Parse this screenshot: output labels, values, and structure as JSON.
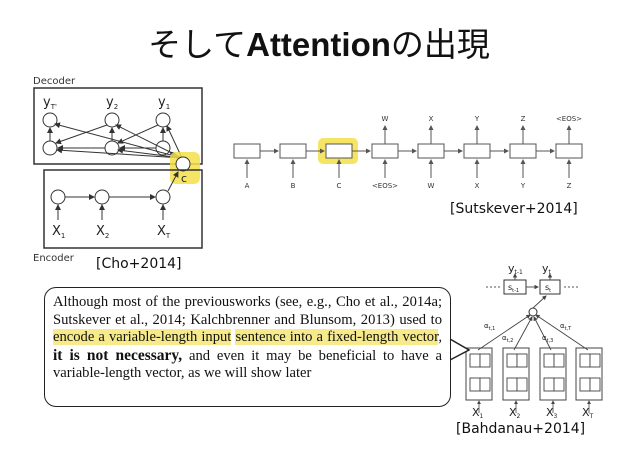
{
  "title": {
    "prefix": "そして",
    "bold": "Attention",
    "suffix": "の出現"
  },
  "cho": {
    "caption": "[Cho+2014]",
    "decoder_label": "Decoder",
    "encoder_label": "Encoder",
    "y_labels": [
      "y",
      "y",
      "y"
    ],
    "y_subs": [
      "T'",
      "2",
      "1"
    ],
    "x_labels": [
      "X",
      "X",
      "X"
    ],
    "x_subs": [
      "1",
      "2",
      "T"
    ],
    "c_label": "c"
  },
  "sutskever": {
    "caption": "[Sutskever+2014]",
    "top_labels": [
      "W",
      "X",
      "Y",
      "Z",
      "<EOS>"
    ],
    "bottom_labels": [
      "A",
      "B",
      "C",
      "<EOS>",
      "W",
      "X",
      "Y",
      "Z"
    ]
  },
  "bahdanau": {
    "caption": "[Bahdanau+2014]",
    "y_prev": "y",
    "y_prev_sub": "t-1",
    "y_cur": "y",
    "y_cur_sub": "t",
    "s_prev": "s",
    "s_prev_sub": "t-1",
    "s_cur": "s",
    "s_cur_sub": "t",
    "x_labels": [
      "X",
      "X",
      "X",
      "X"
    ],
    "x_subs": [
      "1",
      "2",
      "3",
      "T"
    ],
    "alpha_labels": [
      "α",
      "α",
      "α",
      "α"
    ],
    "alpha_subs": [
      "t,1",
      "t,2",
      "t,3",
      "t,T"
    ]
  },
  "quote": {
    "part1": "Although most of the previousworks (see, e.g., Cho et al., 2014a; Sutskever et al., 2014; Kalchbrenner and Blunsom, 2013) used to ",
    "hl1": "encode a variable-length input",
    "hl2": "sentence into a fixed-length vector",
    "comma": ", ",
    "bold": "it is not necessary,",
    "part2": " and even it may be beneficial to have a variable-length vector, as we will show later"
  },
  "colors": {
    "highlight": "#f7ea8a",
    "diagram_stroke": "#333333",
    "hl_box": "#f5e14a"
  }
}
